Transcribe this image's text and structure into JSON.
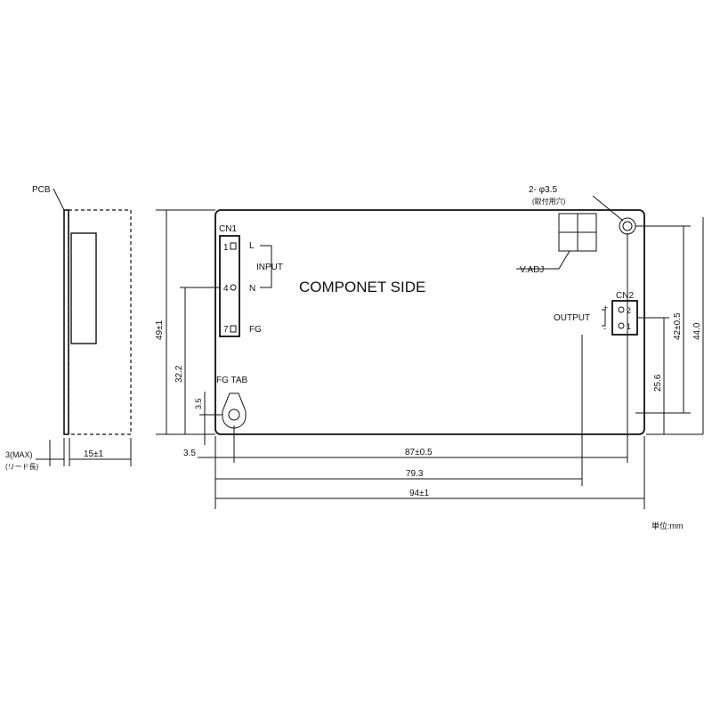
{
  "side_view": {
    "pcb_label": "PCB",
    "lead_dim": "3(MAX)",
    "lead_note": "(リード長)",
    "depth_dim": "15±1"
  },
  "main": {
    "side_label": "COMPONET SIDE",
    "mount_hole_label": "2- φ3.5",
    "mount_hole_note": "(取付用穴)",
    "vadj_label": "V.ADJ",
    "cn1": {
      "label": "CN1",
      "pins": [
        {
          "num": "1",
          "name": "L"
        },
        {
          "num": "4",
          "name": "N"
        },
        {
          "num": "7",
          "name": "FG"
        }
      ],
      "group_label": "INPUT"
    },
    "cn2": {
      "label": "CN2",
      "pins": [
        "2",
        "1"
      ],
      "output_label": "OUTPUT",
      "plus": "+",
      "minus": "-"
    },
    "fg_tab_label": "FG  TAB"
  },
  "dimensions": {
    "height_total": "49±1",
    "cn1_height": "32.2",
    "tab_height": "3.5",
    "tab_offset": "3.5",
    "width_holes": "87±0.5",
    "width_cn2": "79.3",
    "width_total": "94±1",
    "cn2_height": "25.6",
    "holes_height": "42±0.5",
    "height_inner": "44.0"
  },
  "unit_note": "単位:mm"
}
